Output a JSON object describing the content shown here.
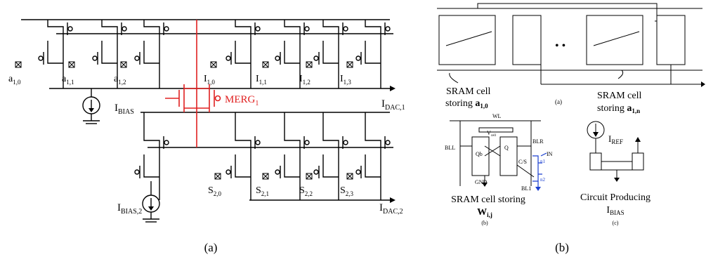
{
  "left_panel": {
    "input_labels": [
      {
        "base": "a",
        "sub": "1,0"
      },
      {
        "base": "a",
        "sub": "1,1"
      },
      {
        "base": "a",
        "sub": "1,2"
      },
      {
        "base": "I",
        "sub": "1,0"
      },
      {
        "base": "I",
        "sub": "1,1"
      },
      {
        "base": "I",
        "sub": "1,2"
      },
      {
        "base": "I",
        "sub": "1,3"
      },
      {
        "base": "S",
        "sub": "2,0"
      },
      {
        "base": "S",
        "sub": "2,1"
      },
      {
        "base": "S",
        "sub": "2,2"
      },
      {
        "base": "S",
        "sub": "2,3"
      }
    ],
    "bias1": {
      "base": "I",
      "sub": "BIAS"
    },
    "bias2": {
      "base": "I",
      "sub": "BIAS,2"
    },
    "merge": {
      "base": "MERG",
      "sub": "1"
    },
    "out1": {
      "base": "I",
      "sub": "DAC,1"
    },
    "out2": {
      "base": "I",
      "sub": "DAC,2"
    },
    "caption": "(a)",
    "colors": {
      "merge": "#e02020"
    }
  },
  "right_panel": {
    "ellipsis": "• •",
    "sub_a_caption": "(a)",
    "sram_left": {
      "line1": "SRAM cell",
      "line2": "storing ",
      "var": {
        "base": "a",
        "sub": "1,0"
      }
    },
    "sram_right": {
      "line1": "SRAM cell",
      "line2": "storing ",
      "var": {
        "base": "a",
        "sub": "1,n"
      }
    },
    "cell": {
      "wl": "WL",
      "bll": "BLL",
      "blr": "BLR",
      "vcell": {
        "base": "V",
        "sub": "cell"
      },
      "qb": "Qb",
      "q": "Q",
      "gnd": "GND",
      "cs": "C/S",
      "in": "IN",
      "n1": "n1",
      "n2": "n2",
      "bl1": "BL1",
      "title": "SRAM cell storing",
      "var": {
        "base": "W",
        "sub": "i,j"
      },
      "caption": "(b)"
    },
    "bias_circuit": {
      "iref": {
        "base": "I",
        "sub": "REF"
      },
      "title": "Circuit Producing",
      "out": {
        "base": "I",
        "sub": "BIAS"
      },
      "caption": "(c)"
    },
    "caption": "(b)",
    "colors": {
      "control": "#1a3fd0"
    }
  }
}
